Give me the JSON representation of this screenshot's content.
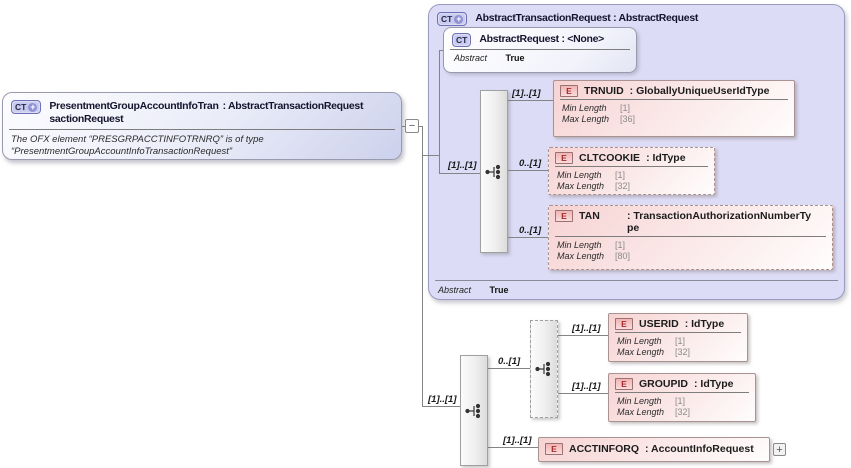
{
  "root_box": {
    "badge": "CT",
    "badge_plus": "+",
    "name": "PresentmentGroupAccountInfoTran\nsactionRequest",
    "type": ": AbstractTransactionRequest",
    "annotation": "The OFX element “PRESGRPACCTINFOTRNRQ” is of type\n“PresentmentGroupAccountInfoTransactionRequest”",
    "collapse_glyph": "−"
  },
  "base_box": {
    "badge": "CT",
    "badge_plus": "+",
    "title": "AbstractTransactionRequest : AbstractRequest",
    "abstract_label": "Abstract",
    "abstract_value": "True",
    "inner_base": {
      "badge": "CT",
      "title": "AbstractRequest : <None>",
      "abstract_label": "Abstract",
      "abstract_value": "True"
    }
  },
  "elements": {
    "trnuid": {
      "badge": "E",
      "name": "TRNUID",
      "type": ": GloballyUniqueUserIdType",
      "facets": [
        {
          "label": "Min Length",
          "value": "[1]"
        },
        {
          "label": "Max Length",
          "value": "[36]"
        }
      ]
    },
    "cltcookie": {
      "badge": "E",
      "name": "CLTCOOKIE",
      "type": ": IdType",
      "facets": [
        {
          "label": "Min Length",
          "value": "[1]"
        },
        {
          "label": "Max Length",
          "value": "[32]"
        }
      ]
    },
    "tan": {
      "badge": "E",
      "name": "TAN",
      "type": ": TransactionAuthorizationNumberTy\npe",
      "facets": [
        {
          "label": "Min Length",
          "value": "[1]"
        },
        {
          "label": "Max Length",
          "value": "[80]"
        }
      ]
    },
    "userid": {
      "badge": "E",
      "name": "USERID",
      "type": ": IdType",
      "facets": [
        {
          "label": "Min Length",
          "value": "[1]"
        },
        {
          "label": "Max Length",
          "value": "[32]"
        }
      ]
    },
    "groupid": {
      "badge": "E",
      "name": "GROUPID",
      "type": ": IdType",
      "facets": [
        {
          "label": "Min Length",
          "value": "[1]"
        },
        {
          "label": "Max Length",
          "value": "[32]"
        }
      ]
    },
    "acctinforq": {
      "badge": "E",
      "name": "ACCTINFORQ",
      "type": ": AccountInfoRequest",
      "expand_glyph": "+"
    }
  },
  "cardinalities": {
    "base_sequence": "[1]..[1]",
    "trnuid": "[1]..[1]",
    "cltcookie": "0..[1]",
    "tan": "0..[1]",
    "own_sequence": "[1]..[1]",
    "inner_sequence": "0..[1]",
    "userid": "[1]..[1]",
    "groupid": "[1]..[1]",
    "acctinforq": "[1]..[1]"
  }
}
